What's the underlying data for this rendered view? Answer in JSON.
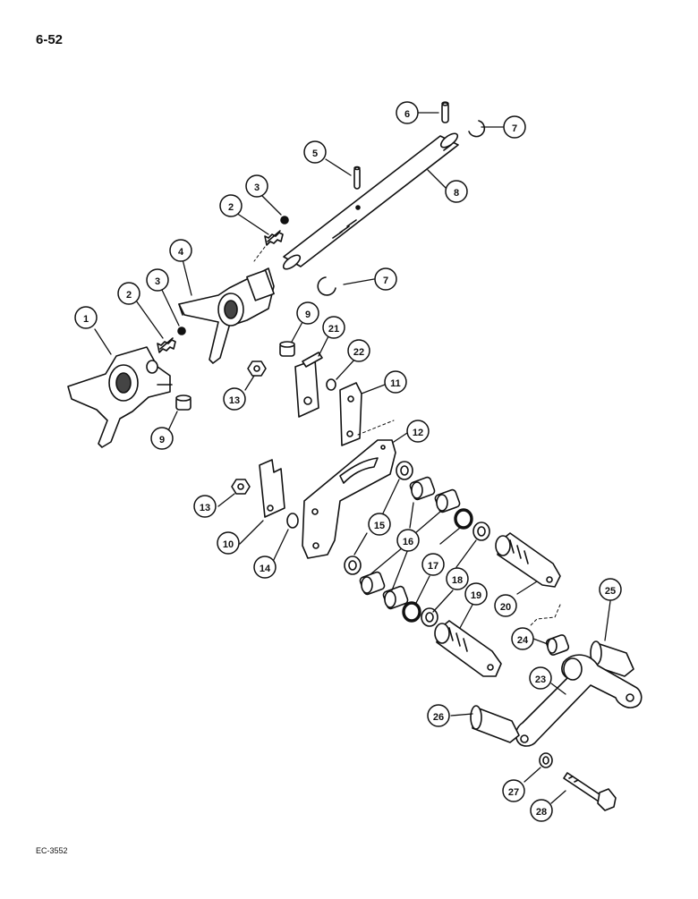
{
  "header": {
    "page_number": "6-52"
  },
  "footer": {
    "figure_code": "EC-3552"
  },
  "callouts": [
    {
      "id": "c1",
      "label": "1"
    },
    {
      "id": "c2a",
      "label": "2"
    },
    {
      "id": "c2b",
      "label": "2"
    },
    {
      "id": "c3a",
      "label": "3"
    },
    {
      "id": "c3b",
      "label": "3"
    },
    {
      "id": "c4",
      "label": "4"
    },
    {
      "id": "c5",
      "label": "5"
    },
    {
      "id": "c6",
      "label": "6"
    },
    {
      "id": "c7a",
      "label": "7"
    },
    {
      "id": "c7b",
      "label": "7"
    },
    {
      "id": "c8",
      "label": "8"
    },
    {
      "id": "c9a",
      "label": "9"
    },
    {
      "id": "c9b",
      "label": "9"
    },
    {
      "id": "c10",
      "label": "10"
    },
    {
      "id": "c11",
      "label": "11"
    },
    {
      "id": "c12",
      "label": "12"
    },
    {
      "id": "c13a",
      "label": "13"
    },
    {
      "id": "c13b",
      "label": "13"
    },
    {
      "id": "c14",
      "label": "14"
    },
    {
      "id": "c15",
      "label": "15"
    },
    {
      "id": "c16",
      "label": "16"
    },
    {
      "id": "c17",
      "label": "17"
    },
    {
      "id": "c18",
      "label": "18"
    },
    {
      "id": "c19",
      "label": "19"
    },
    {
      "id": "c20",
      "label": "20"
    },
    {
      "id": "c21",
      "label": "21"
    },
    {
      "id": "c22",
      "label": "22"
    },
    {
      "id": "c23",
      "label": "23"
    },
    {
      "id": "c24",
      "label": "24"
    },
    {
      "id": "c25",
      "label": "25"
    },
    {
      "id": "c26",
      "label": "26"
    },
    {
      "id": "c27",
      "label": "27"
    },
    {
      "id": "c28",
      "label": "28"
    }
  ]
}
